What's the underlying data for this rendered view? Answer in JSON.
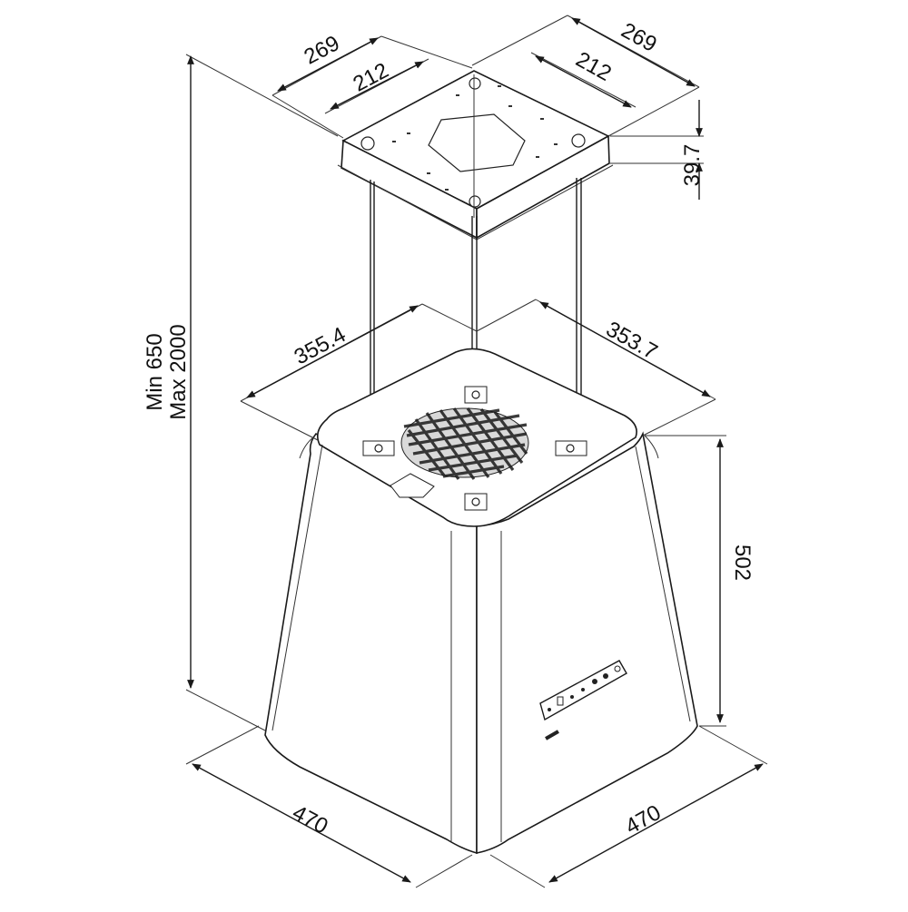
{
  "dimensions": {
    "plate_width_left": "269",
    "plate_width_right": "269",
    "plate_inner_left": "212",
    "plate_inner_right": "212",
    "plate_thickness": "39.7",
    "height_range_min": "Min 650",
    "height_range_max": "Max 2000",
    "top_width_left": "355.4",
    "top_width_right": "353.7",
    "body_height": "502",
    "base_width_left": "470",
    "base_width_right": "470"
  },
  "colors": {
    "line": "#1a1a1a",
    "background": "#ffffff"
  }
}
